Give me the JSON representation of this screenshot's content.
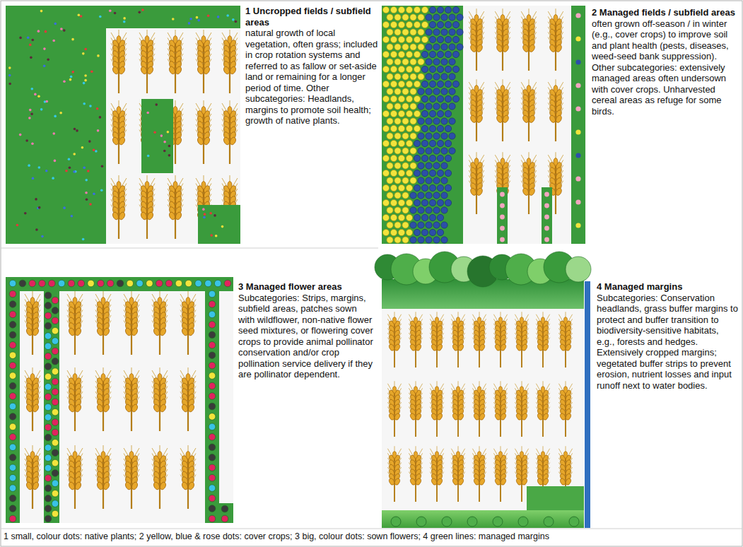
{
  "diagram": {
    "caption": "1 small, colour dots: native plants; 2 yellow, blue & rose dots: cover crops; 3 big, colour dots: sown flowers; 4 green lines: managed margins",
    "nodes": [
      {
        "text": [
          "1 Uncropped fields / subfield areas",
          "natural growth of local vegetation, often grass; included in crop rotation systems and referred to as fallow or set-aside land or remaining for a longer period of time. Other subcategories: Headlands, margins to promote soil health; growth of native plants."
        ]
      },
      {
        "text": [
          "2 Managed fields / subfield areas",
          "often grown off-season / in winter (e.g., cover crops) to improve soil and plant health (pests, diseases, weed-seed bank suppression). Other subcategories: extensively managed areas often undersown with cover crops. Unharvested cereal areas as refuge for some birds."
        ]
      },
      {
        "text": [
          "3 Managed flower areas",
          "Subcategories: Strips, margins, subfield areas, patches sown with wildflower, non-native flower seed mixtures, or flowering cover crops to provide animal pollinator conservation and/or crop pollination service delivery if they are pollinator dependent."
        ]
      },
      {
        "text": [
          "4 Managed margins",
          "Subcategories: Conservation headlands, grass buffer margins to protect and buffer transition to biodiversity-sensitive habitats, e.g., forests and hedges. Extensively cropped margins; vegetated buffer strips to prevent erosion, nutrient losses and input runoff next to water bodies."
        ]
      }
    ]
  }
}
